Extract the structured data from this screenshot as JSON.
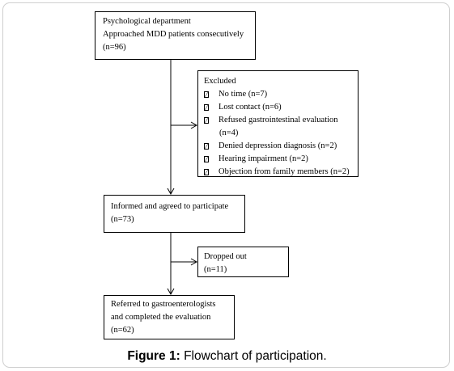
{
  "boxes": {
    "start": {
      "lines": [
        "Psychological department",
        "Approached MDD patients consecutively",
        "(n=96)"
      ]
    },
    "excluded": {
      "title": "Excluded",
      "items": [
        {
          "text": "No time (n=7)"
        },
        {
          "text": "Lost contact (n=6)"
        },
        {
          "text": "Refused gastrointestinal evaluation",
          "cont": "(n=4)"
        },
        {
          "text": "Denied depression diagnosis (n=2)"
        },
        {
          "text": "Hearing impairment (n=2)"
        },
        {
          "text": "Objection from family members (n=2)"
        }
      ]
    },
    "agreed": {
      "lines": [
        "Informed and agreed to participate",
        "(n=73)"
      ]
    },
    "dropped": {
      "lines": [
        "Dropped out",
        "(n=11)"
      ]
    },
    "referred": {
      "lines": [
        "Referred to gastroenterologists",
        "and completed the evaluation",
        "(n=62)"
      ]
    }
  },
  "caption": {
    "label": "Figure 1:",
    "text": " Flowchart of participation."
  }
}
